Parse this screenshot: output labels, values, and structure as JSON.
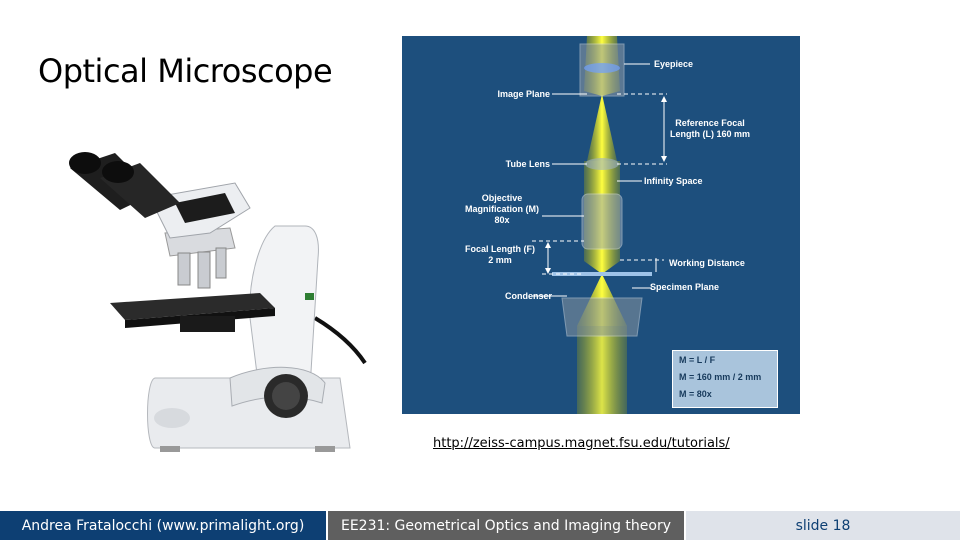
{
  "slide": {
    "title": "Optical Microscope",
    "source_link": "http://zeiss-campus.magnet.fsu.edu/tutorials/"
  },
  "diagram": {
    "labels": {
      "eyepiece": "Eyepiece",
      "image_plane": "Image Plane",
      "reference_focal_length": "Reference Focal\nLength (L) 160 mm",
      "tube_lens": "Tube Lens",
      "infinity_space": "Infinity Space",
      "objective": "Objective\nMagnification (M)\n80x",
      "focal_length": "Focal Length (F)\n2 mm",
      "working_distance": "Working Distance",
      "specimen_plane": "Specimen Plane",
      "condenser": "Condenser"
    },
    "formula": {
      "line1": "M = L / F",
      "line2": "M = 160 mm / 2 mm",
      "line3": "M = 80x"
    },
    "colors": {
      "background": "#1d4f7d",
      "beam": "#e8e000"
    }
  },
  "photo": {
    "icon": "microscope-photo-icon"
  },
  "footer": {
    "author": "Andrea Fratalocchi (www.primalight.org)",
    "course": "EE231: Geometrical Optics and Imaging theory",
    "slide_number": "slide 18",
    "colors": {
      "author_bg": "#0d3f73",
      "course_bg": "#5f5f5f",
      "slide_bg": "#dfe3ea"
    }
  }
}
